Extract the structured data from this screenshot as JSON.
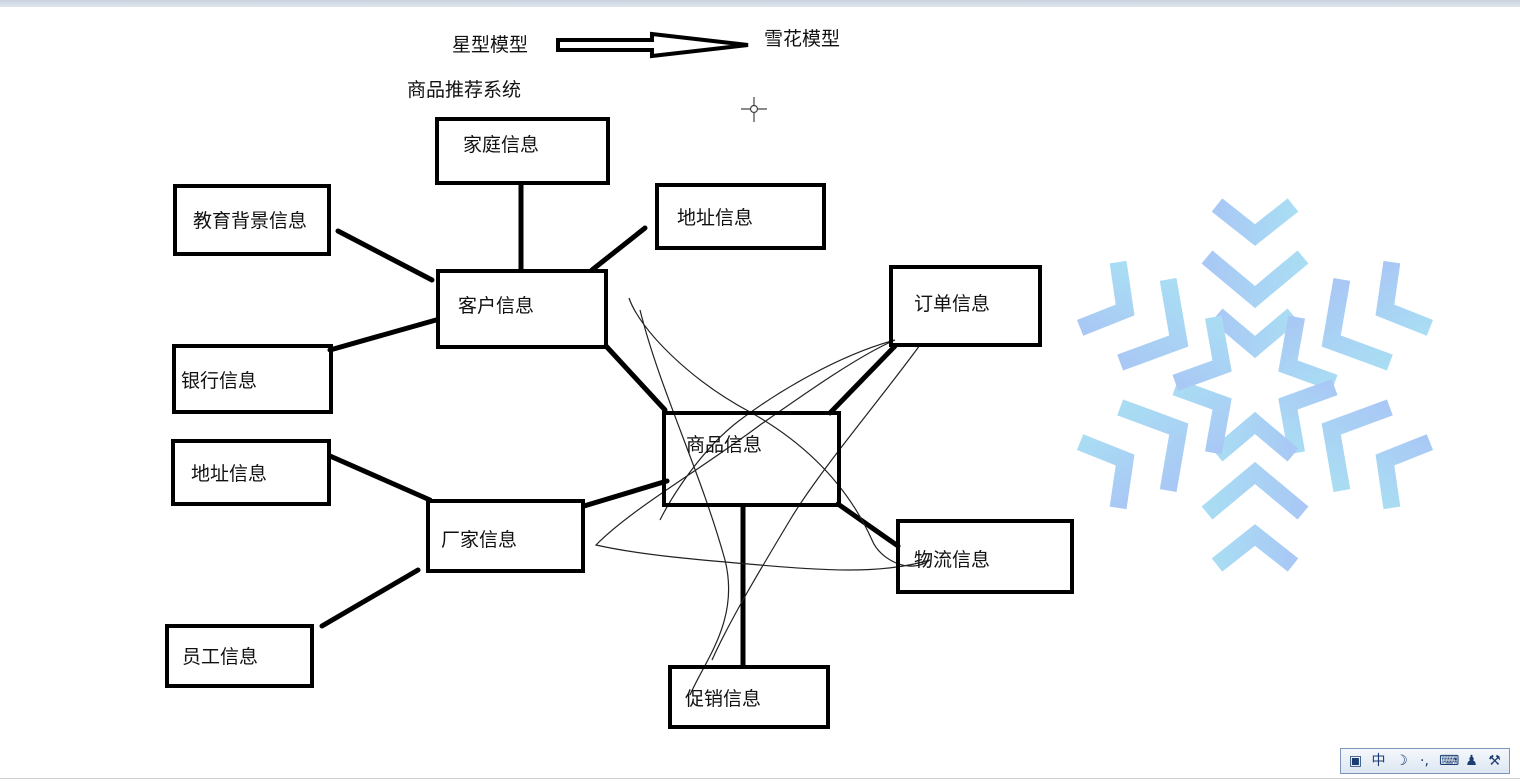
{
  "header": {
    "left_model": "星型模型",
    "right_model": "雪花模型",
    "system_title": "商品推荐系统"
  },
  "nodes": {
    "family": "家庭信息",
    "education": "教育背景信息",
    "address_customer": "地址信息",
    "customer": "客户信息",
    "bank": "银行信息",
    "order": "订单信息",
    "product": "商品信息",
    "address_factory": "地址信息",
    "factory": "厂家信息",
    "logistics": "物流信息",
    "employee": "员工信息",
    "promotion": "促销信息"
  },
  "snowflake": {
    "color_left": "#a9c8f5",
    "color_right": "#a9ddf3"
  },
  "ime_toolbar": {
    "mode": "中",
    "icons": [
      "logo-icon",
      "moon-icon",
      "punctuation-icon",
      "keyboard-icon",
      "user-icon",
      "wrench-icon"
    ]
  }
}
